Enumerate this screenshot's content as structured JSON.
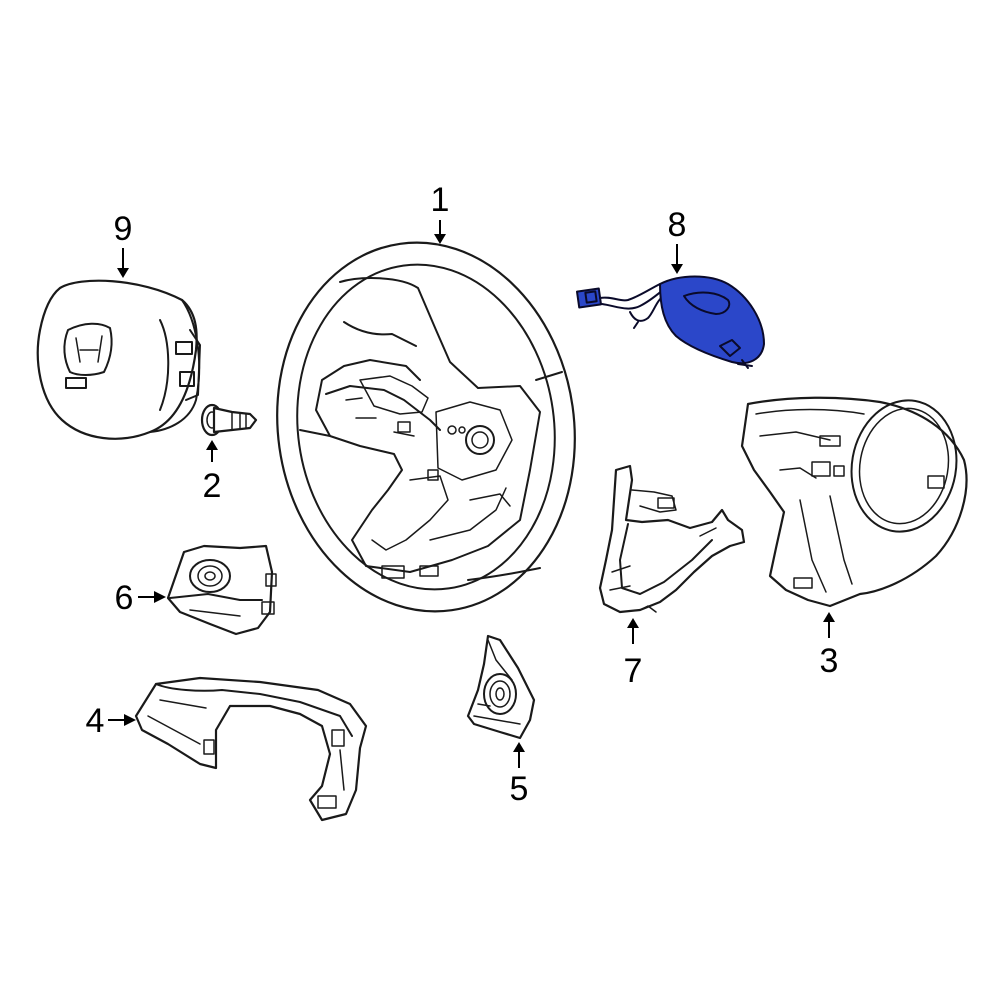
{
  "colors": {
    "highlight": "#2b47c9",
    "line": "#1a1a1a",
    "background": "#ffffff"
  },
  "callouts": {
    "c1": "1",
    "c2": "2",
    "c3": "3",
    "c4": "4",
    "c5": "5",
    "c6": "6",
    "c7": "7",
    "c8": "8",
    "c9": "9"
  },
  "highlighted_part": "8",
  "logo": {
    "brand": "H"
  }
}
